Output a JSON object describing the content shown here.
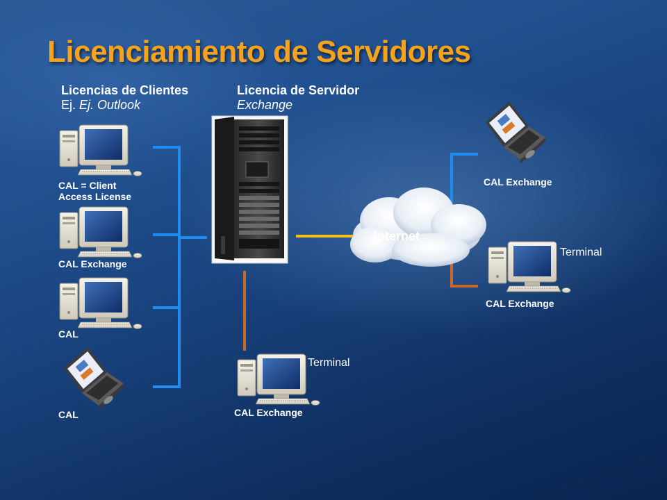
{
  "title": "Licenciamiento de Servidores",
  "headers": {
    "clients_title": "Licencias de Clientes",
    "clients_sub": "Ej. Outlook",
    "server_title": "Licencia de Servidor",
    "server_sub": "Exchange"
  },
  "nodes": {
    "pc1_label_line1": "CAL = Client",
    "pc1_label_line2": "Access  License",
    "pc2_label": "CAL Exchange",
    "pc3_label": "CAL",
    "laptop1_label": "CAL",
    "bottom_pc_label": "CAL Exchange",
    "bottom_terminal": "Terminal",
    "internet_label": "Internet",
    "right_laptop_label": "CAL Exchange",
    "right_pc_label": "CAL Exchange",
    "right_terminal": "Terminal"
  },
  "colors": {
    "title": "#f7a21b",
    "lan_line": "#1e8cf0",
    "internet_line": "#f2c21a",
    "terminal_line": "#c8692a"
  }
}
